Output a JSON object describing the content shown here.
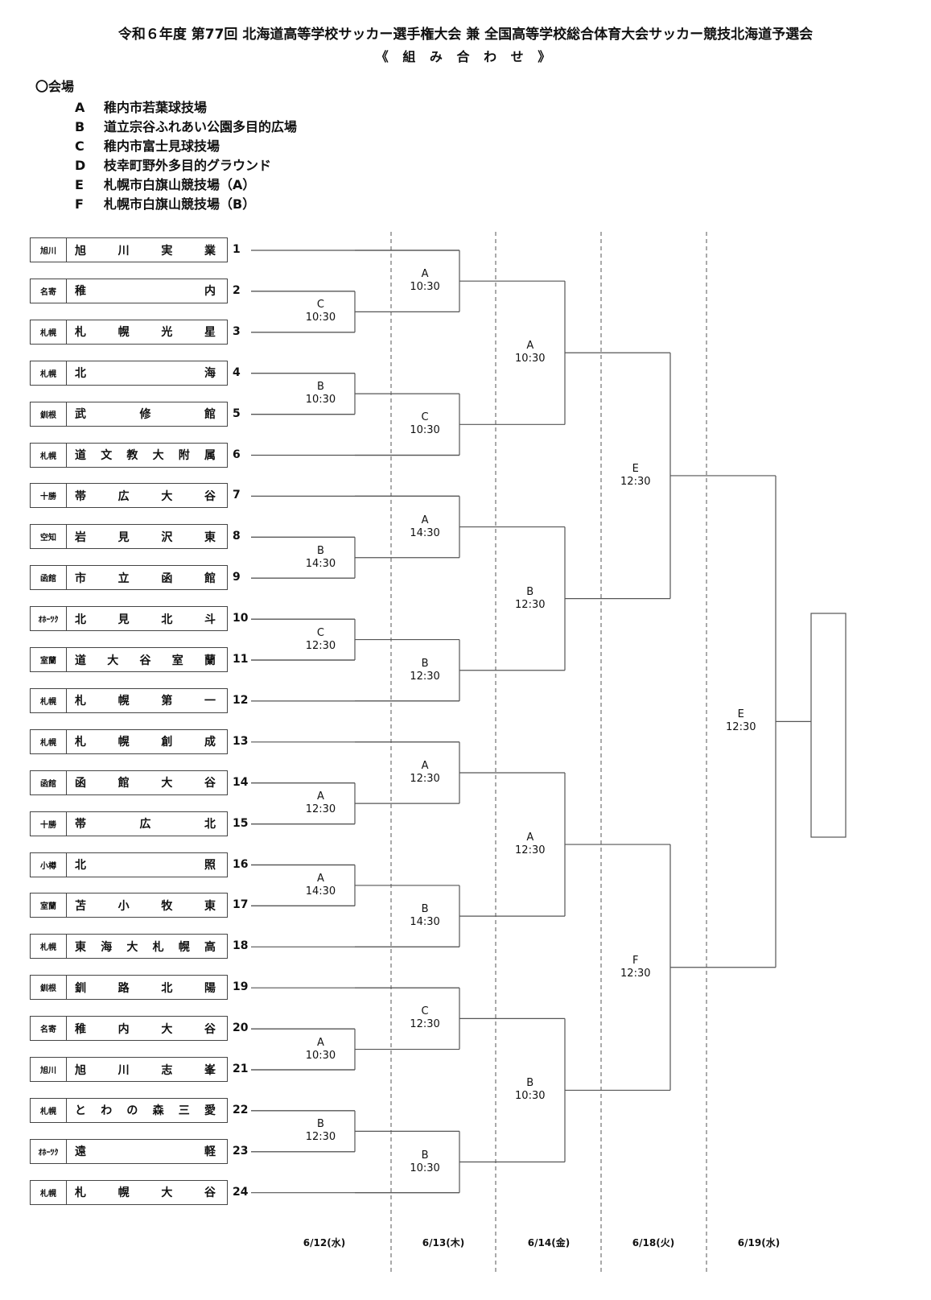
{
  "header": {
    "title": "令和６年度 第77回 北海道高等学校サッカー選手権大会 兼 全国高等学校総合体育大会サッカー競技北海道予選会",
    "subtitle": "《 組 み 合 わ せ 》"
  },
  "venues": {
    "heading": "〇会場",
    "items": [
      {
        "code": "A",
        "name": "稚内市若葉球技場"
      },
      {
        "code": "B",
        "name": "道立宗谷ふれあい公園多目的広場"
      },
      {
        "code": "C",
        "name": "稚内市富士見球技場"
      },
      {
        "code": "D",
        "name": "枝幸町野外多目的グラウンド"
      },
      {
        "code": "E",
        "name": "札幌市白旗山競技場（A）"
      },
      {
        "code": "F",
        "name": "札幌市白旗山競技場（B）"
      }
    ]
  },
  "teams": [
    {
      "seed": "1",
      "region": "旭川",
      "name": [
        "旭",
        "川",
        "実",
        "業"
      ]
    },
    {
      "seed": "2",
      "region": "名寄",
      "name": [
        "稚",
        "内"
      ]
    },
    {
      "seed": "3",
      "region": "札幌",
      "name": [
        "札",
        "幌",
        "光",
        "星"
      ]
    },
    {
      "seed": "4",
      "region": "札幌",
      "name": [
        "北",
        "海"
      ]
    },
    {
      "seed": "5",
      "region": "釧根",
      "name": [
        "武",
        "修",
        "館"
      ]
    },
    {
      "seed": "6",
      "region": "札幌",
      "name": [
        "道",
        "文",
        "教",
        "大",
        "附",
        "属"
      ]
    },
    {
      "seed": "7",
      "region": "十勝",
      "name": [
        "帯",
        "広",
        "大",
        "谷"
      ]
    },
    {
      "seed": "8",
      "region": "空知",
      "name": [
        "岩",
        "見",
        "沢",
        "東"
      ]
    },
    {
      "seed": "9",
      "region": "函館",
      "name": [
        "市",
        "立",
        "函",
        "館"
      ]
    },
    {
      "seed": "10",
      "region": "ｵﾎｰﾂｸ",
      "name": [
        "北",
        "見",
        "北",
        "斗"
      ]
    },
    {
      "seed": "11",
      "region": "室蘭",
      "name": [
        "道",
        "大",
        "谷",
        "室",
        "蘭"
      ]
    },
    {
      "seed": "12",
      "region": "札幌",
      "name": [
        "札",
        "幌",
        "第",
        "一"
      ]
    },
    {
      "seed": "13",
      "region": "札幌",
      "name": [
        "札",
        "幌",
        "創",
        "成"
      ]
    },
    {
      "seed": "14",
      "region": "函館",
      "name": [
        "函",
        "館",
        "大",
        "谷"
      ]
    },
    {
      "seed": "15",
      "region": "十勝",
      "name": [
        "帯",
        "広",
        "北"
      ]
    },
    {
      "seed": "16",
      "region": "小樽",
      "name": [
        "北",
        "照"
      ]
    },
    {
      "seed": "17",
      "region": "室蘭",
      "name": [
        "苫",
        "小",
        "牧",
        "東"
      ]
    },
    {
      "seed": "18",
      "region": "札幌",
      "name": [
        "東",
        "海",
        "大",
        "札",
        "幌",
        "高"
      ]
    },
    {
      "seed": "19",
      "region": "釧根",
      "name": [
        "釧",
        "路",
        "北",
        "陽"
      ]
    },
    {
      "seed": "20",
      "region": "名寄",
      "name": [
        "稚",
        "内",
        "大",
        "谷"
      ]
    },
    {
      "seed": "21",
      "region": "旭川",
      "name": [
        "旭",
        "川",
        "志",
        "峯"
      ]
    },
    {
      "seed": "22",
      "region": "札幌",
      "name": [
        "と",
        "わ",
        "の",
        "森",
        "三",
        "愛"
      ]
    },
    {
      "seed": "23",
      "region": "ｵﾎｰﾂｸ",
      "name": [
        "遠",
        "軽"
      ]
    },
    {
      "seed": "24",
      "region": "札幌",
      "name": [
        "札",
        "幌",
        "大",
        "谷"
      ]
    }
  ],
  "matches": [
    {
      "venue": "C",
      "time": "10:30"
    },
    {
      "venue": "B",
      "time": "10:30"
    },
    {
      "venue": "B",
      "time": "14:30"
    },
    {
      "venue": "C",
      "time": "12:30"
    },
    {
      "venue": "B",
      "time": "12:30"
    },
    {
      "venue": "A",
      "time": "14:30"
    },
    {
      "venue": "A",
      "time": "12:30"
    },
    {
      "venue": "A",
      "time": "10:30"
    },
    {
      "venue": "A",
      "time": "10:30"
    },
    {
      "venue": "C",
      "time": "10:30"
    },
    {
      "venue": "A",
      "time": "14:30"
    },
    {
      "venue": "B",
      "time": "12:30"
    },
    {
      "venue": "A",
      "time": "12:30"
    },
    {
      "venue": "B",
      "time": "14:30"
    },
    {
      "venue": "C",
      "time": "12:30"
    },
    {
      "venue": "B",
      "time": "10:30"
    },
    {
      "venue": "A",
      "time": "10:30"
    },
    {
      "venue": "B",
      "time": "12:30"
    },
    {
      "venue": "A",
      "time": "12:30"
    },
    {
      "venue": "B",
      "time": "10:30"
    },
    {
      "venue": "E",
      "time": "12:30"
    },
    {
      "venue": "F",
      "time": "12:30"
    },
    {
      "venue": "E",
      "time": "12:30"
    }
  ],
  "dates": [
    "6/12(水)",
    "6/13(木)",
    "6/14(金)",
    "6/18(火)",
    "6/19(水)"
  ]
}
